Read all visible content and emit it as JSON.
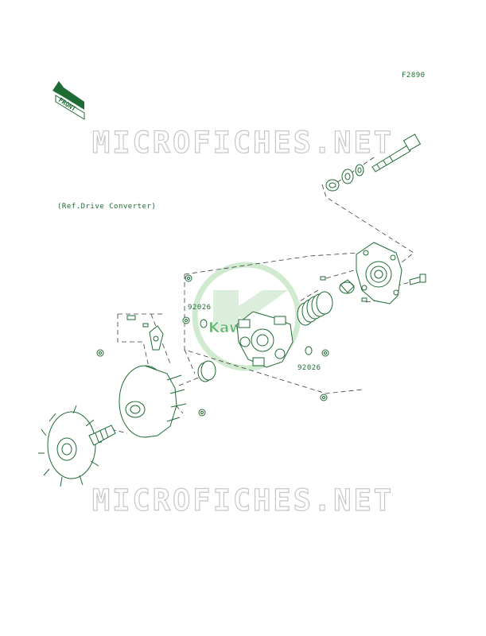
{
  "figure_code": "F2890",
  "reference_note": "(Ref.Drive Converter)",
  "front_arrow_label": "FRONT",
  "watermark_text": "MICROFICHES.NET",
  "logo_text": "Kawasaki",
  "part_labels": [
    "92026",
    "92026"
  ],
  "colors": {
    "line": "#1e6b33",
    "dashed": "#3c3c3c",
    "watermark_outline": "#c7c7c7",
    "logo": "#2e9e3e"
  },
  "icons": {
    "front_arrow": "front-arrow-icon",
    "logo": "kawasaki-logo-icon"
  }
}
